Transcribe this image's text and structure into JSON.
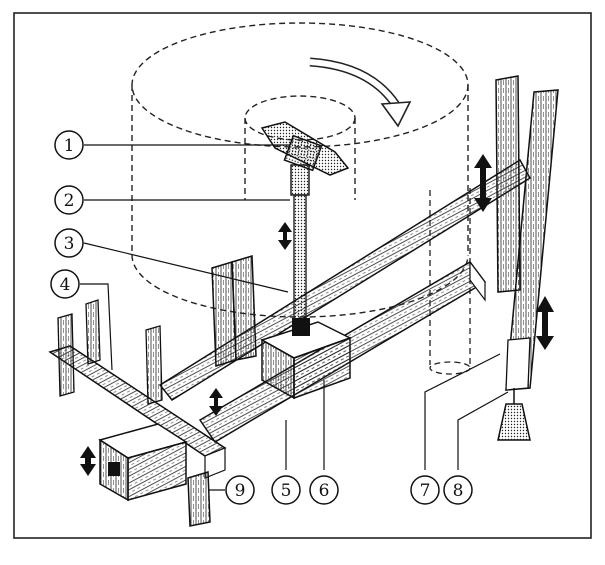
{
  "diagram": {
    "callouts": [
      {
        "id": "1",
        "label": "①"
      },
      {
        "id": "2",
        "label": "②"
      },
      {
        "id": "3",
        "label": "③"
      },
      {
        "id": "4",
        "label": "④"
      },
      {
        "id": "5",
        "label": "⑤"
      },
      {
        "id": "6",
        "label": "⑥"
      },
      {
        "id": "7",
        "label": "⑦"
      },
      {
        "id": "8",
        "label": "⑧"
      },
      {
        "id": "9",
        "label": "⑨"
      }
    ],
    "icons": {
      "rotation": "curved-rotation-arrow-icon",
      "vertical": "double-headed-vertical-arrow-icon",
      "weight": "hanging-weight-icon"
    },
    "colors": {
      "ink": "#111111",
      "paper": "#ffffff",
      "frame": "#222222"
    }
  }
}
